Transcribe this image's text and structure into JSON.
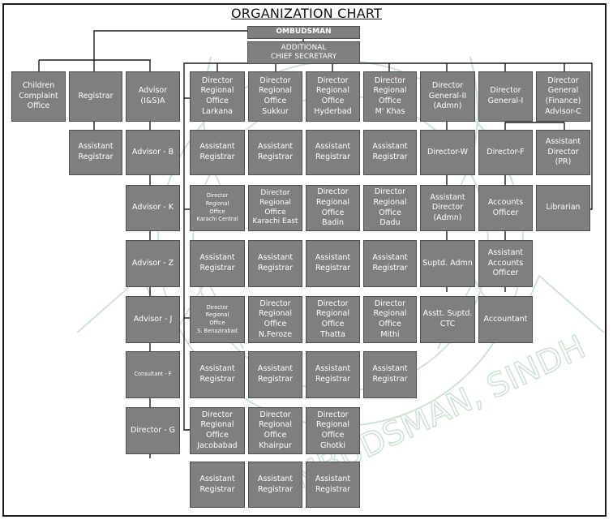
{
  "title": "ORGANIZATION CHART",
  "watermark": {
    "text": "OMBUDSMAN, SINDH",
    "color": "#cfe3d4"
  },
  "colors": {
    "box_fill": "#7f7f7f",
    "box_border": "#4d4d4d",
    "box_text": "#ffffff",
    "line": "#1b1b1b"
  },
  "nodes": {
    "ombudsman": "OMBUDSMAN",
    "acs": "ADDITIONAL\nCHIEF SECRETARY",
    "children_complaint": "Children\nComplaint\nOffice",
    "registrar": "Registrar",
    "advisor_isa": "Advisor\n(I&S)A",
    "asst_registrar_main": "Assistant\nRegistrar",
    "advisor_b": "Advisor - B",
    "advisor_k": "Advisor - K",
    "advisor_z": "Advisor - Z",
    "advisor_j": "Advisor - J",
    "consultant_f": "Consultant - F",
    "director_g": "Director - G",
    "dro_larkana": "Director\nRegional\nOffice\nLarkana",
    "dro_sukkur": "Director\nRegional\nOffice\nSukkur",
    "dro_hyderbad": "Director\nRegional\nOffice\nHyderbad",
    "dro_mkhas": "Director\nRegional\nOffice\nM' Khas",
    "dro_karachi_central": "Director\nRegional\nOffice\nKarachi Central",
    "dro_karachi_east": "Director\nRegional\nOffice\nKarachi East",
    "dro_badin": "Director\nRegional\nOffice\nBadin",
    "dro_dadu": "Director\nRegional\nOffice\nDadu",
    "dro_sbenazirabad": "Director\nRegional\nOffice\nS. Benazirabad",
    "dro_nferoze": "Director\nRegional\nOffice\nN.Feroze",
    "dro_thatta": "Director\nRegional\nOffice\nThatta",
    "dro_mithi": "Director\nRegional\nOffice\nMithi",
    "dro_jacobabad": "Director\nRegional\nOffice\nJacobabad",
    "dro_khairpur": "Director\nRegional\nOffice\nKhairpur",
    "dro_ghotki": "Director\nRegional\nOffice\nGhotki",
    "asst_registrar": "Assistant\nRegistrar",
    "dg2_admn": "Director\nGeneral-II\n(Admn)",
    "director_w": "Director-W",
    "asst_director_admn": "Assistant\nDirector\n(Admn)",
    "suptd_admn": "Suptd. Admn",
    "asstt_suptd_ctc": "Asstt. Suptd.\nCTC",
    "dg1": "Director\nGeneral-I",
    "director_f": "Director-F",
    "accounts_officer": "Accounts\nOfficer",
    "asst_accounts_officer": "Assistant\nAccounts\nOfficer",
    "accountant": "Accountant",
    "dg_finance": "Director\nGeneral\n(Finance)\nAdvisor-C",
    "asst_director_pr": "Assistant\nDirector\n(PR)",
    "librarian": "Librarian"
  }
}
